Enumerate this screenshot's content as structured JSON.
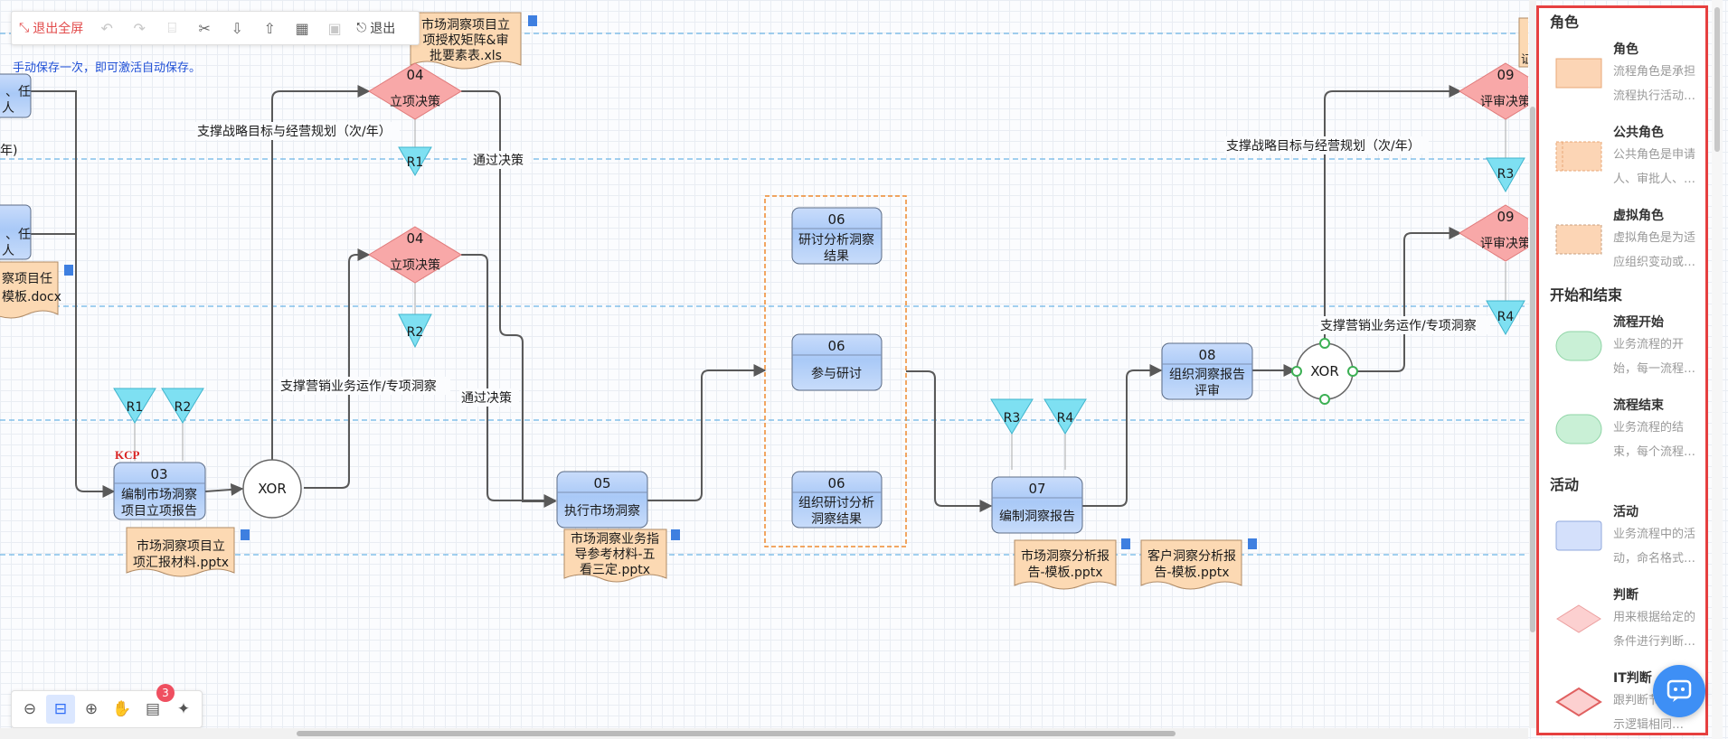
{
  "toolbar": {
    "exit_fullscreen": "退出全屏",
    "exit": "退出"
  },
  "autosave_hint": "手动保存一次，即可激活自动保存。",
  "diagram": {
    "edge_labels": {
      "strategy_left": "支撑战略目标与经营规划（次/年）",
      "marketing_left": "支撑营销业务运作/专项洞察",
      "pass_decision_1": "通过决策",
      "pass_decision_2": "通过决策",
      "strategy_right": "支撑战略目标与经营规划（次/年）",
      "marketing_right": "支撑营销业务运作/专项洞察"
    },
    "partial_left": {
      "top": "、任",
      "top_suffix": "人",
      "side": "年)",
      "mid": "、任",
      "mid_suffix": "人"
    },
    "doc_partial_left": {
      "line1": "察项目任",
      "line2": "模板.docx"
    },
    "doc_top": {
      "line1": "市场洞察项目立",
      "line2": "项授权矩阵&审",
      "line3": "批要素表.xls"
    },
    "doc_03": {
      "line1": "市场洞察项目立",
      "line2": "项汇报材料.pptx"
    },
    "doc_05": {
      "line1": "市场洞察业务指",
      "line2": "导参考材料-五",
      "line3": "看三定.pptx"
    },
    "doc_07a": {
      "line1": "市场洞察分析报",
      "line2": "告-模板.pptx"
    },
    "doc_07b": {
      "line1": "客户洞察分析报",
      "line2": "告-模板.pptx"
    },
    "d04a": {
      "num": "04",
      "label": "立项决策"
    },
    "d04b": {
      "num": "04",
      "label": "立项决策"
    },
    "d09a": {
      "num": "09",
      "label": "评审决策"
    },
    "d09b": {
      "num": "09",
      "label": "评审决策"
    },
    "a03": {
      "num": "03",
      "line1": "编制市场洞察",
      "line2": "项目立项报告",
      "kcp": "KCP"
    },
    "a05": {
      "num": "05",
      "line1": "执行市场洞察"
    },
    "a06a": {
      "num": "06",
      "line1": "研讨分析洞察",
      "line2": "结果"
    },
    "a06b": {
      "num": "06",
      "line1": "参与研讨"
    },
    "a06c": {
      "num": "06",
      "line1": "组织研讨分析",
      "line2": "洞察结果"
    },
    "a07": {
      "num": "07",
      "line1": "编制洞察报告"
    },
    "a08": {
      "num": "08",
      "line1": "组织洞察报告",
      "line2": "评审"
    },
    "xor_left": "XOR",
    "xor_right": "XOR",
    "tri": {
      "r1_top": "R1",
      "r2_top": "R2",
      "r1_03": "R1",
      "r2_03": "R2",
      "r3_07": "R3",
      "r4_07": "R4",
      "r3_right": "R3",
      "r4_right": "R4"
    },
    "partial_right_top": "证"
  },
  "panel": {
    "sections": {
      "role": "角色",
      "start_end": "开始和结束",
      "activity": "活动"
    },
    "items": [
      {
        "name": "角色",
        "desc1": "流程角色是承担",
        "desc2": "流程执行活动…"
      },
      {
        "name": "公共角色",
        "desc1": "公共角色是申请",
        "desc2": "人、审批人、…"
      },
      {
        "name": "虚拟角色",
        "desc1": "虚拟角色是为适",
        "desc2": "应组织变动或…"
      },
      {
        "name": "流程开始",
        "desc1": "业务流程的开",
        "desc2": "始，每一流程…"
      },
      {
        "name": "流程结束",
        "desc1": "业务流程的结",
        "desc2": "束，每个流程…"
      },
      {
        "name": "活动",
        "desc1": "业务流程中的活",
        "desc2": "动，命名格式…"
      },
      {
        "name": "判断",
        "desc1": "用来根据给定的",
        "desc2": "条件进行判断…"
      },
      {
        "name": "IT判断",
        "desc1": "跟判断节点的图",
        "desc2": "示逻辑相同…"
      }
    ]
  },
  "bottom_toolbar": {
    "badge_count": "3"
  },
  "colors": {
    "accent": "#2f6df6",
    "exit_red": "#e24b4b",
    "panel_border": "#e64040",
    "activity_fill": "#a9c9f7",
    "decision_fill": "#f8a8a8",
    "role_fill": "#fcd5b5",
    "start_fill": "#c9f0d6",
    "document_fill": "#fcd9b3",
    "triangle_fill": "#7ee0f2"
  }
}
